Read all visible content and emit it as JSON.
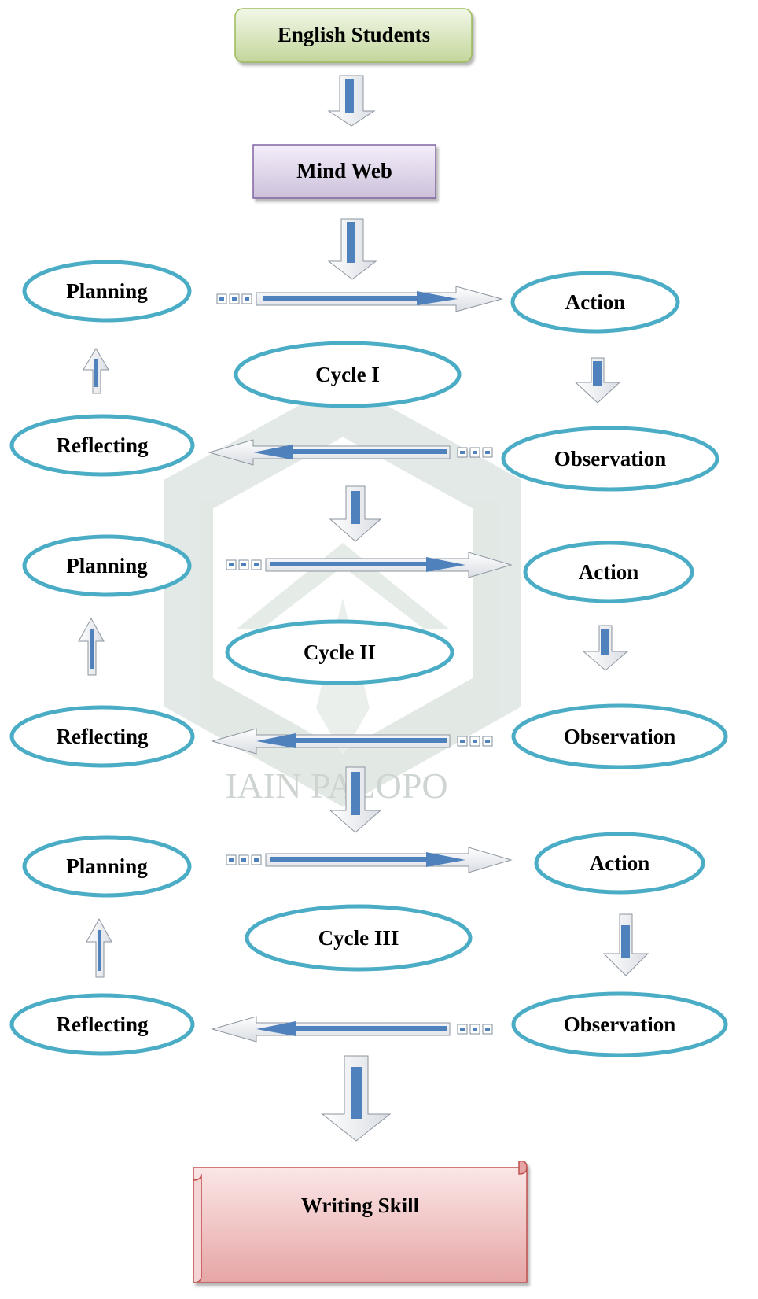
{
  "start": {
    "label": "English Students"
  },
  "method": {
    "label": "Mind Web"
  },
  "cycles": [
    {
      "title": "Cycle I",
      "planning": "Planning",
      "action": "Action",
      "observation": "Observation",
      "reflecting": "Reflecting"
    },
    {
      "title": "Cycle II",
      "planning": "Planning",
      "action": "Action",
      "observation": "Observation",
      "reflecting": "Reflecting"
    },
    {
      "title": "Cycle III",
      "planning": "Planning",
      "action": "Action",
      "observation": "Observation",
      "reflecting": "Reflecting"
    }
  ],
  "result": {
    "label": "Writing Skill"
  },
  "watermark": {
    "text": "IAIN PALOPO"
  },
  "colors": {
    "ellipse_stroke": "#4bacc6",
    "arrow_blue": "#4f81bd",
    "start_fill": "#d7e4bd",
    "method_fill": "#e1d5ee",
    "result_fill": "#f2c9c9",
    "watermark": "#dfe7e3"
  }
}
